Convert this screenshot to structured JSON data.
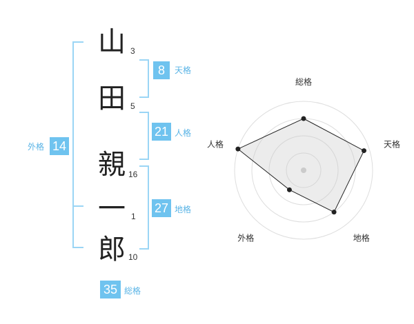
{
  "name": {
    "characters": [
      {
        "char": "山",
        "strokes": "3"
      },
      {
        "char": "田",
        "strokes": "5"
      },
      {
        "char": "親",
        "strokes": "16"
      },
      {
        "char": "一",
        "strokes": "1"
      },
      {
        "char": "郎",
        "strokes": "10"
      }
    ]
  },
  "fortunes": {
    "tenkaku": {
      "value": "8",
      "label": "天格"
    },
    "jinkaku": {
      "value": "21",
      "label": "人格"
    },
    "chikaku": {
      "value": "27",
      "label": "地格"
    },
    "gaikaku": {
      "value": "14",
      "label": "外格"
    },
    "soukaku": {
      "value": "35",
      "label": "総格"
    }
  },
  "chart_data": {
    "type": "radar",
    "axes": [
      "総格",
      "天格",
      "地格",
      "外格",
      "人格"
    ],
    "values": [
      0.75,
      0.92,
      0.75,
      0.35,
      1.0
    ],
    "range": [
      0,
      1
    ],
    "rings": 4
  },
  "colors": {
    "accent": "#6fc3ef",
    "bracket": "#9ad5f5",
    "label": "#5ab4e6"
  }
}
